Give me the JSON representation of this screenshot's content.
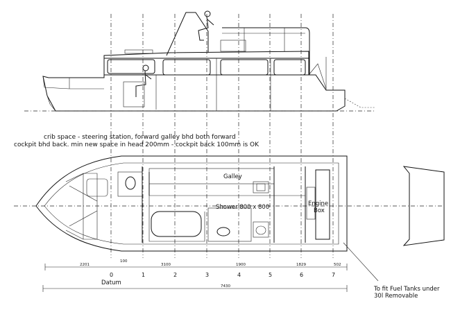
{
  "notes": {
    "line1": "crib space - steering station, forward galley bhd both forward",
    "line2": "cockpit bhd back.  min new space in head 200mm - cockpit back 100mm is OK"
  },
  "labels": {
    "galley": "Galley",
    "shower": "Shower 800 x 800",
    "engine_line1": "Engine",
    "engine_line2": "Box",
    "fuel_line1": "To fit Fuel Tanks under",
    "fuel_line2": "30l Removable",
    "datum": "Datum"
  },
  "stations": [
    "0",
    "1",
    "2",
    "3",
    "4",
    "5",
    "6",
    "7"
  ],
  "dimensions": {
    "d1": "2201",
    "d2": "100",
    "d3": "3100",
    "d4": "1900",
    "d5": "1829",
    "d6": "502",
    "overall": "7430"
  }
}
